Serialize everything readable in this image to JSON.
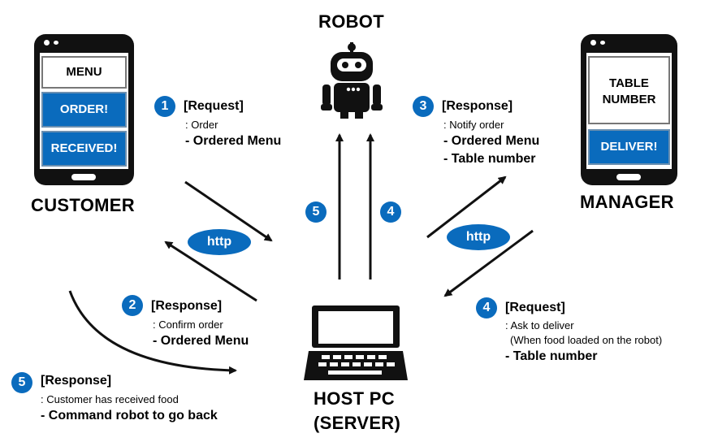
{
  "robot": {
    "label": "ROBOT"
  },
  "customer": {
    "label": "CUSTOMER",
    "phone_buttons": [
      "MENU",
      "ORDER!",
      "RECEIVED!"
    ]
  },
  "manager": {
    "label": "MANAGER",
    "phone_buttons": [
      "TABLE NUMBER",
      "DELIVER!"
    ]
  },
  "host": {
    "label_line1": "HOST PC",
    "label_line2": "(SERVER)"
  },
  "http_left": "http",
  "http_right": "http",
  "steps": {
    "s1": {
      "num": "1",
      "title": "[Request]",
      "sub": ": Order",
      "items": [
        "- Ordered Menu"
      ]
    },
    "s2": {
      "num": "2",
      "title": "[Response]",
      "sub": ": Confirm order",
      "items": [
        "- Ordered Menu"
      ]
    },
    "s3": {
      "num": "3",
      "title": "[Response]",
      "sub": ": Notify order",
      "items": [
        "- Ordered Menu",
        "- Table number"
      ]
    },
    "s4": {
      "num": "4",
      "title": "[Request]",
      "sub": ": Ask to deliver",
      "sub2": "(When food loaded on the robot)",
      "items": [
        "- Table number"
      ]
    },
    "s5": {
      "num": "5",
      "title": "[Response]",
      "sub": ": Customer has received food",
      "items": [
        "- Command robot to go back"
      ]
    }
  },
  "arrow_badges": {
    "left": "5",
    "right": "4"
  },
  "colors": {
    "accent": "#0a6bbd",
    "dark": "#111111"
  }
}
